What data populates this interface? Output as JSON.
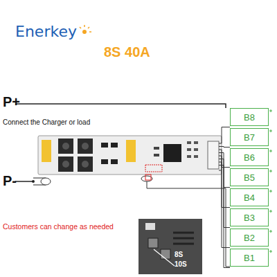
{
  "diagram": {
    "title": "8S 40A",
    "nodes": [
      {
        "text": [
          "B8"
        ]
      },
      {
        "text": [
          "B7"
        ]
      },
      {
        "text": [
          "B6"
        ]
      },
      {
        "text": [
          "B5"
        ]
      },
      {
        "text": [
          "B4"
        ]
      },
      {
        "text": [
          "B3"
        ]
      },
      {
        "text": [
          "B2"
        ]
      },
      {
        "text": [
          "B1"
        ]
      }
    ],
    "labels": [
      "Enerkey",
      "P+",
      "Connect the Charger or load",
      "P-",
      "Customers can change as needed",
      "8S",
      "10S"
    ]
  }
}
